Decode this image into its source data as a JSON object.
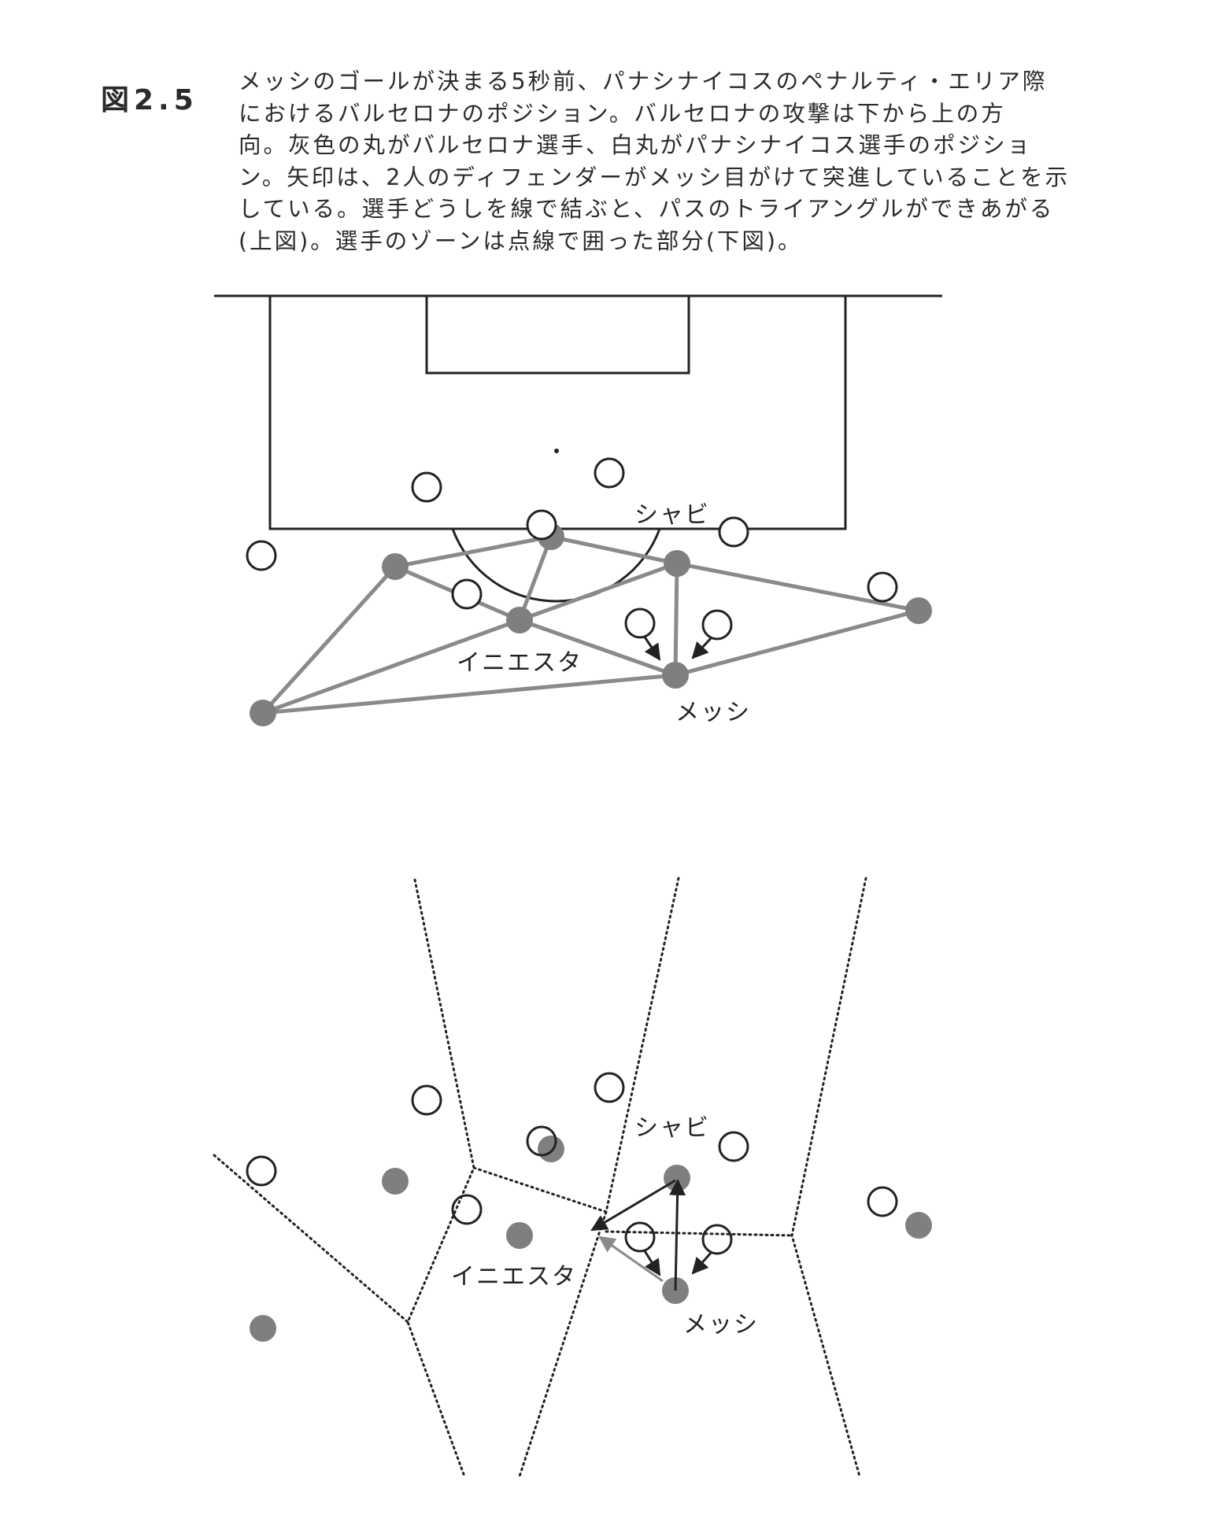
{
  "figure": {
    "label": "図2.5",
    "caption_lines": [
      "メッシのゴールが決まる5秒前、パナシナイコスのペナルティ・エリア際",
      "におけるバルセロナのポジション。バルセロナの攻撃は下から上の方",
      "向。灰色の丸がバルセロナ選手、白丸がパナシナイコス選手のポジショ",
      "ン。矢印は、2人のディフェンダーがメッシ目がけて突進していることを示",
      "している。選手どうしを線で結ぶと、パスのトライアングルができあがる",
      "(上図)。選手のゾーンは点線で囲った部分(下図)。"
    ]
  },
  "player_labels": {
    "xavi": "シャビ",
    "iniesta": "イニエスタ",
    "messi": "メッシ"
  },
  "colors": {
    "barcelona": "#7f7f7f",
    "panathinaikos": "#ffffff",
    "line": "#222222",
    "triangle_line": "#8a8a8a"
  }
}
